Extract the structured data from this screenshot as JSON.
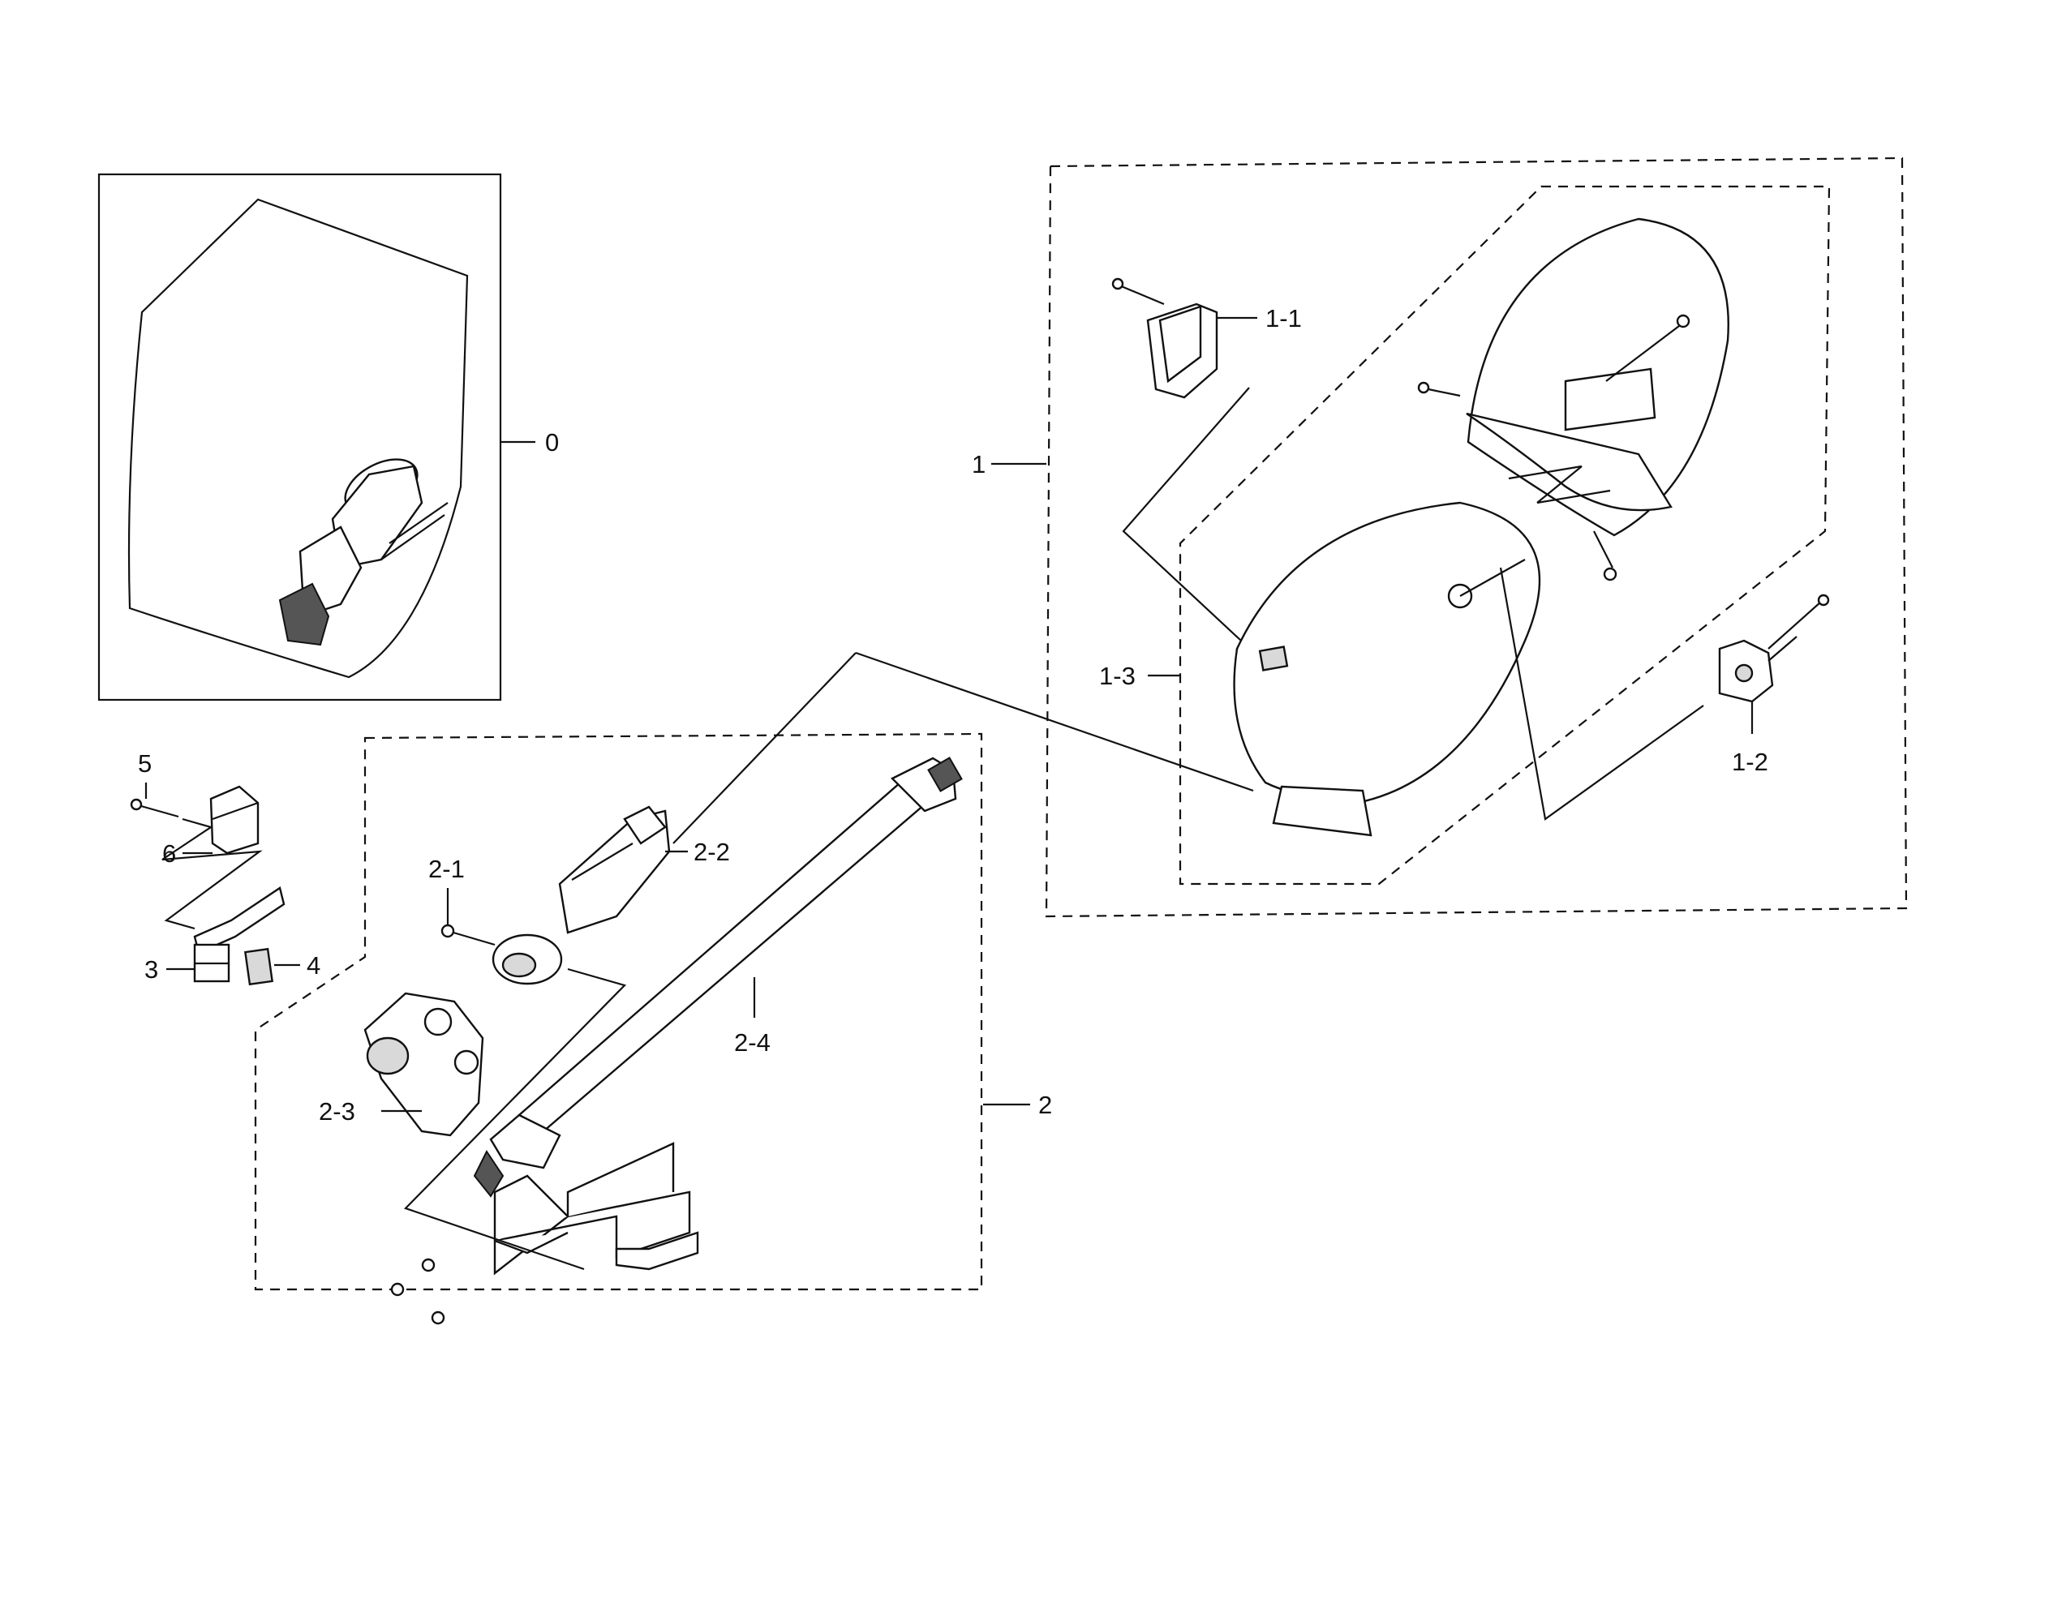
{
  "callouts": {
    "c0": "0",
    "c1": "1",
    "c1_1": "1-1",
    "c1_2": "1-2",
    "c1_3": "1-3",
    "c2": "2",
    "c2_1": "2-1",
    "c2_2": "2-2",
    "c2_3": "2-3",
    "c2_4": "2-4",
    "c3": "3",
    "c4": "4",
    "c5": "5",
    "c6": "6"
  }
}
